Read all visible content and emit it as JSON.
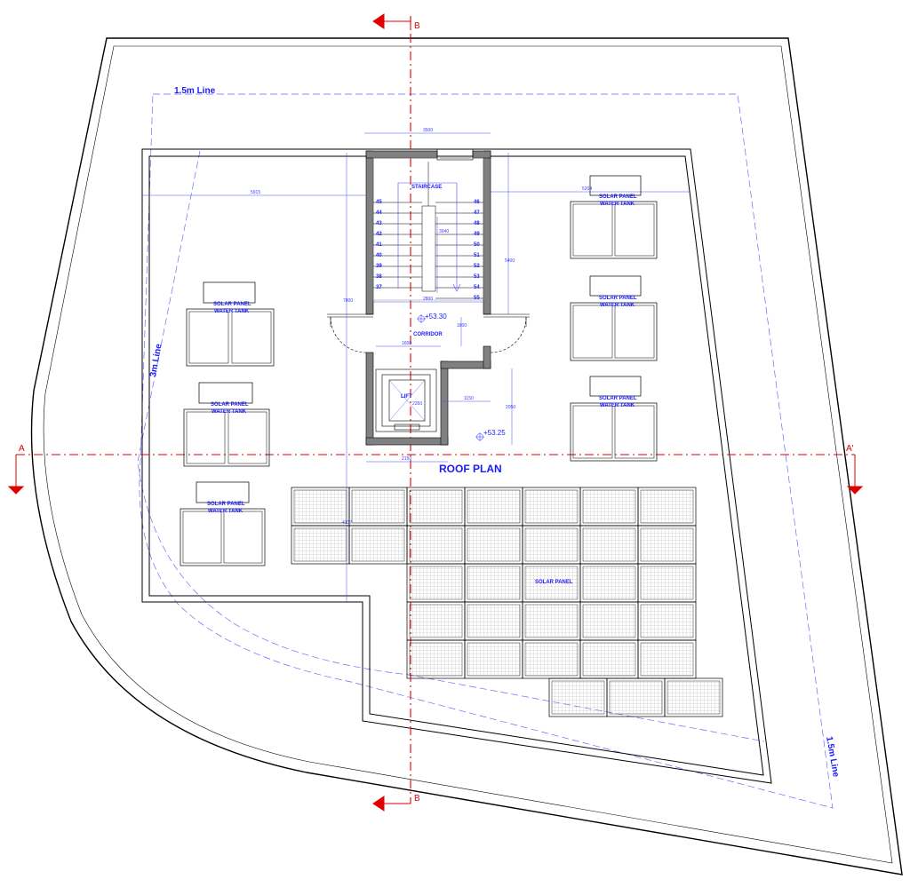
{
  "title": "ROOF PLAN",
  "setback_lines": {
    "top": "1.5m Line",
    "left": "3m Line",
    "right": "1.5m Line"
  },
  "sections": {
    "a_left": "A",
    "a_right": "A'",
    "b_top": "B",
    "b_bottom": "B"
  },
  "rooms": {
    "staircase": "STAIRCASE",
    "corridor": "CORRIDOR",
    "lift": "LIFT"
  },
  "levels": {
    "corridor": "+53.30",
    "roof": "+53.25"
  },
  "stair_numbers_left": [
    "45",
    "44",
    "43",
    "42",
    "41",
    "40",
    "39",
    "38",
    "37"
  ],
  "stair_numbers_right": [
    "46",
    "47",
    "48",
    "49",
    "50",
    "51",
    "52",
    "53",
    "54",
    "55"
  ],
  "dimensions": {
    "stair_width": "3500",
    "left_offset": "5915",
    "right_offset": "5204",
    "stair_inner": "2800",
    "flight_len": "3940",
    "right_height": "5400",
    "left_height": "7800",
    "corridor_height": "1800",
    "lift_width": "1650",
    "lift_depth": "2350",
    "lift_side": "1150",
    "lower_right": "2050",
    "bottom_width": "2150",
    "bottom_left": "4137"
  },
  "equipment": {
    "solar_panel_water_tank_line1": "SOLAR PANEL",
    "solar_panel_water_tank_line2": "WATER TANK",
    "solar_panel": "SOLAR PANEL"
  },
  "colors": {
    "wall_fill": "#808080",
    "annotation_blue": "#1a1aff",
    "section_red": "#e00000",
    "line_black": "#000000"
  }
}
